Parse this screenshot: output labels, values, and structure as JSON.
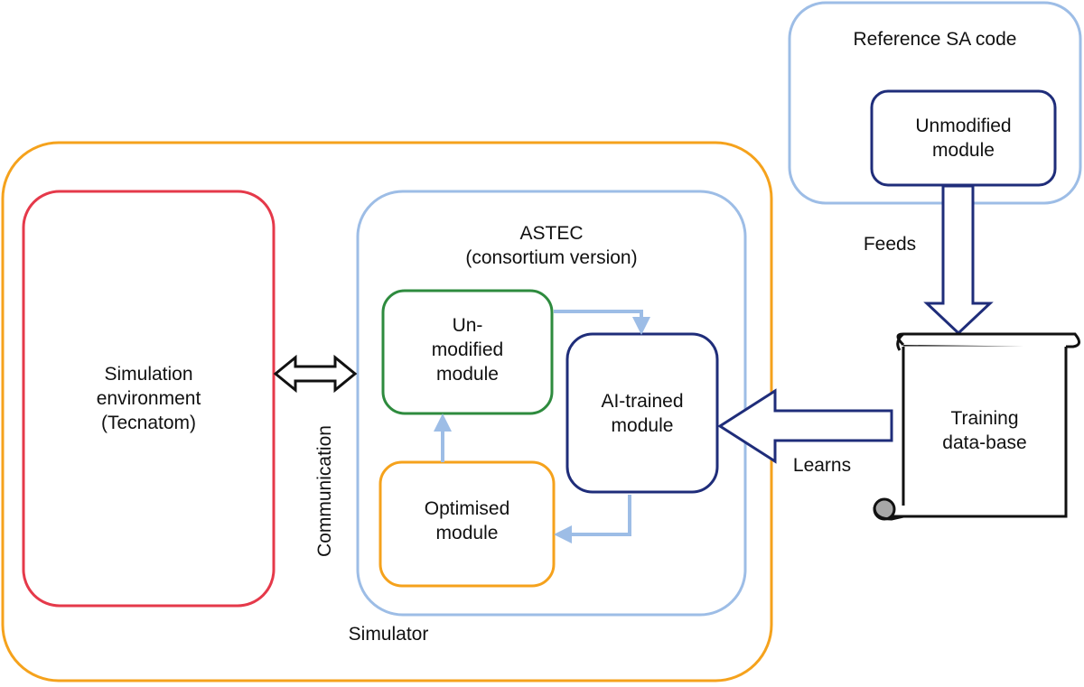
{
  "reference": {
    "title": "Reference SA code",
    "unmodified_module": "Unmodified\nmodule"
  },
  "feeds_label": "Feeds",
  "training_db": "Training\ndata-base",
  "learns_label": "Learns",
  "simulator": {
    "label": "Simulator",
    "sim_env": "Simulation\nenvironment\n(Tecnatom)",
    "communication": "Communication",
    "astec": {
      "title": "ASTEC\n(consortium version)",
      "unmodified_module": "Un-\nmodified\nmodule",
      "ai_module": "AI-trained\nmodule",
      "optimised_module": "Optimised\nmodule"
    }
  },
  "colors": {
    "simulator": "#f5a21c",
    "sim_env": "#e5394a",
    "light_blue": "#9dbde6",
    "dark_blue": "#1f2d7a",
    "green": "#2e8b3e",
    "orange": "#f5a21c"
  }
}
